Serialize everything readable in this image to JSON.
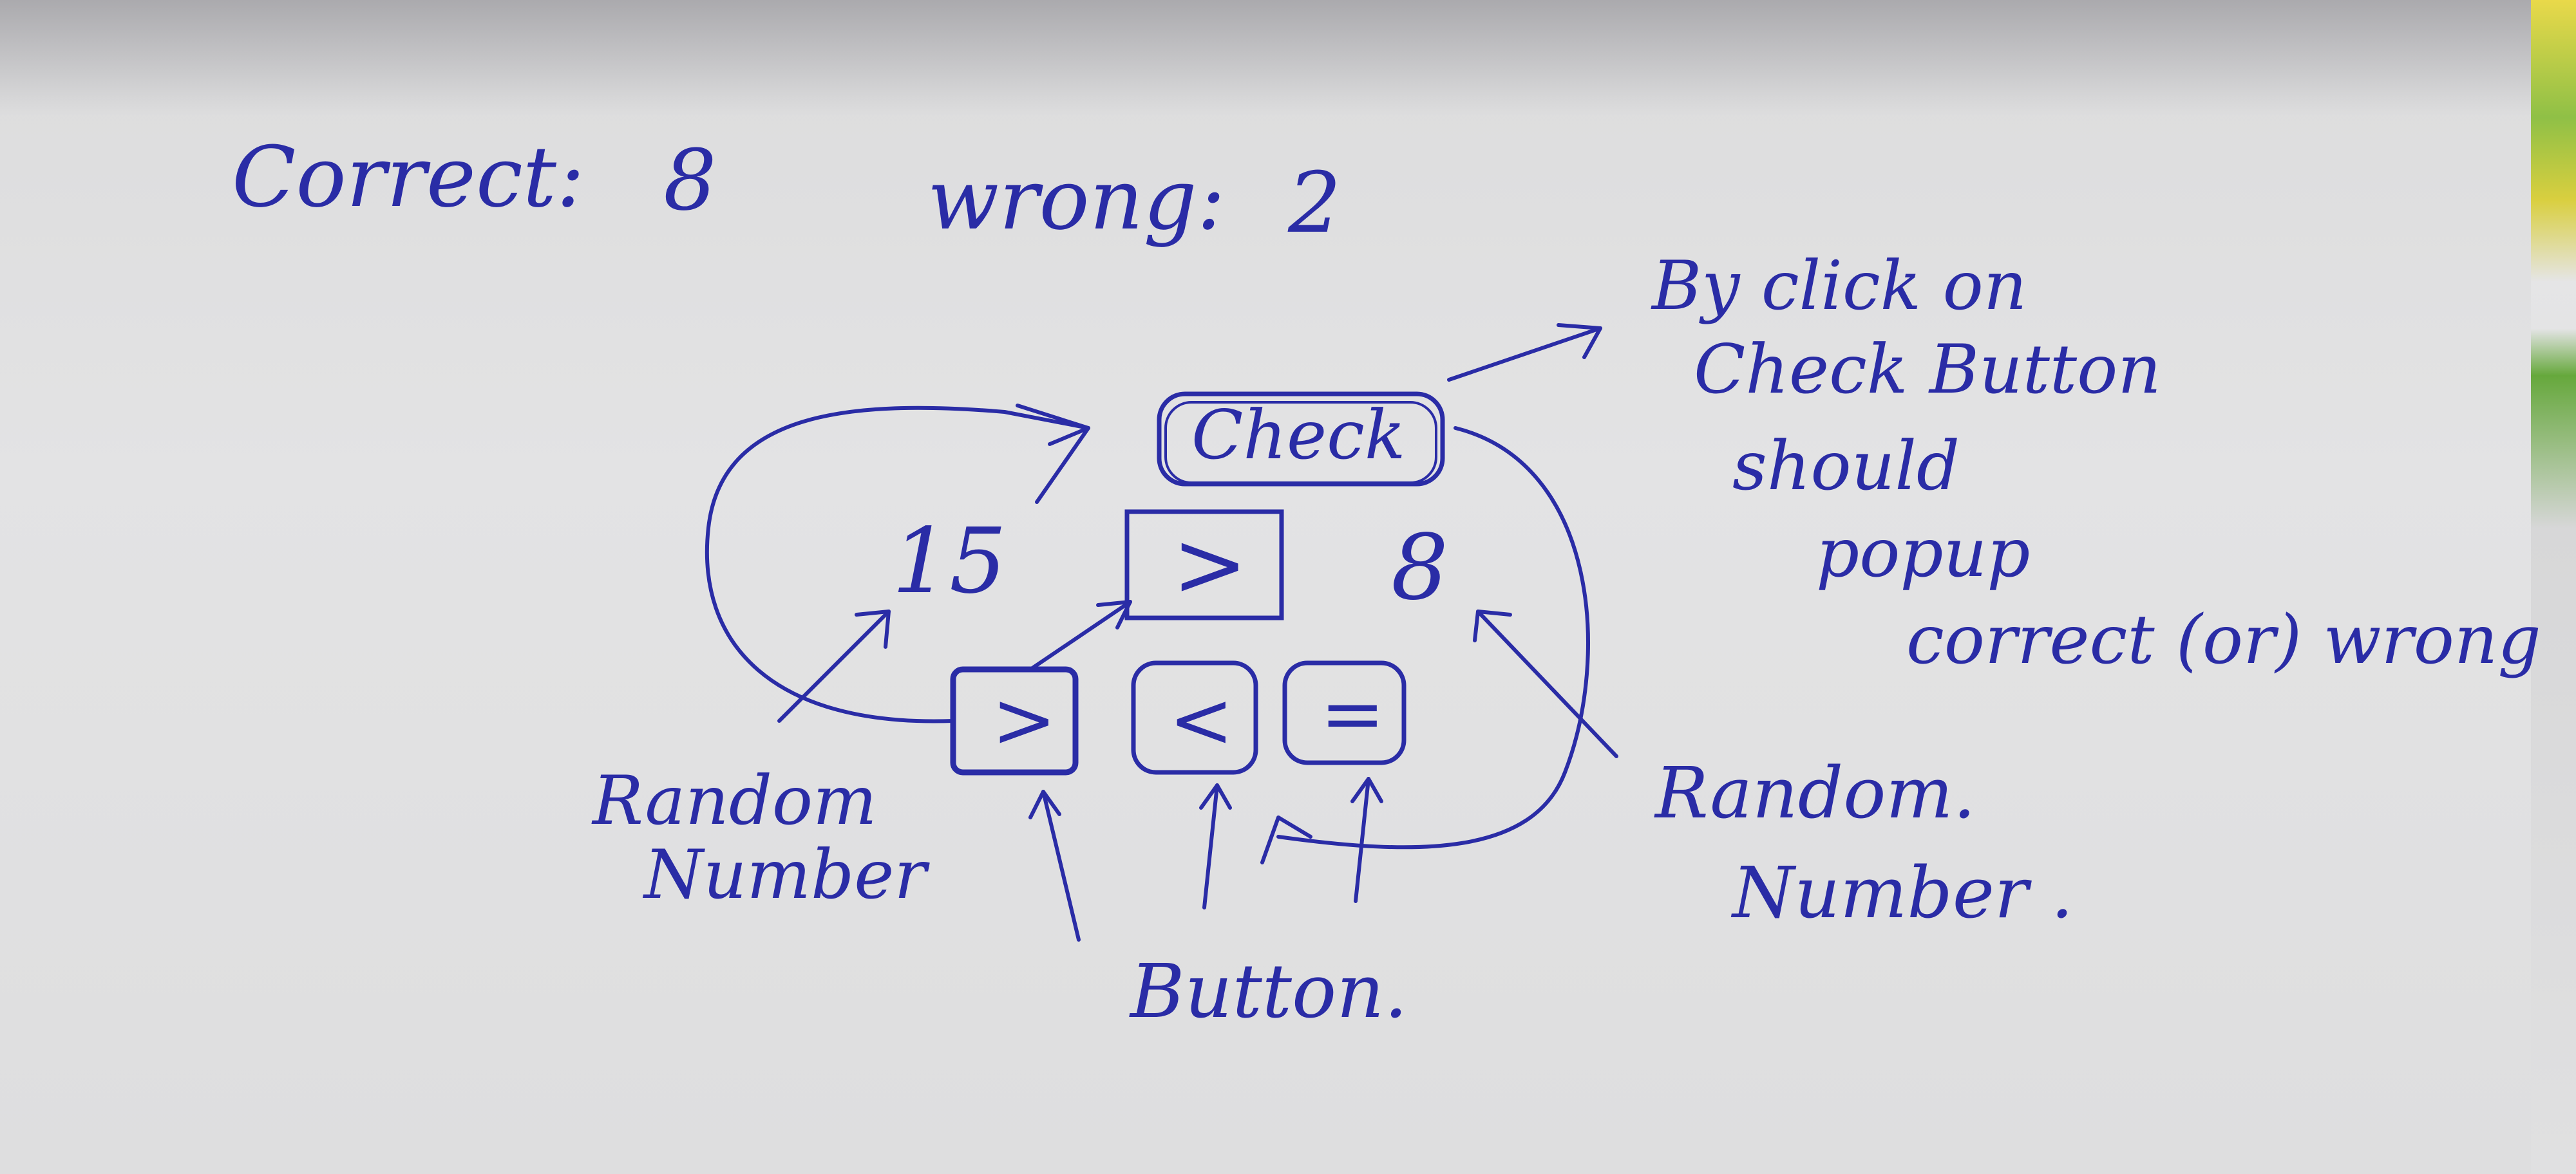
{
  "score": {
    "correct_label": "Correct:",
    "correct_value": "8",
    "wrong_label": "wrong:",
    "wrong_value": "2"
  },
  "game": {
    "left_number": "15",
    "right_number": "8",
    "answer_symbol": ">",
    "check_label": "Check",
    "buttons": [
      ">",
      "<",
      "="
    ]
  },
  "annotations": {
    "random_number_left": [
      "Random",
      "Number"
    ],
    "random_number_right": [
      "Random.",
      "Number ."
    ],
    "button_label": "Button.",
    "check_note": [
      "By click on",
      "Check Button",
      "should",
      "popup",
      "correct (or) wrong"
    ]
  },
  "colors": {
    "ink": "#2a2ca6",
    "paper": "#e2e2e3"
  }
}
